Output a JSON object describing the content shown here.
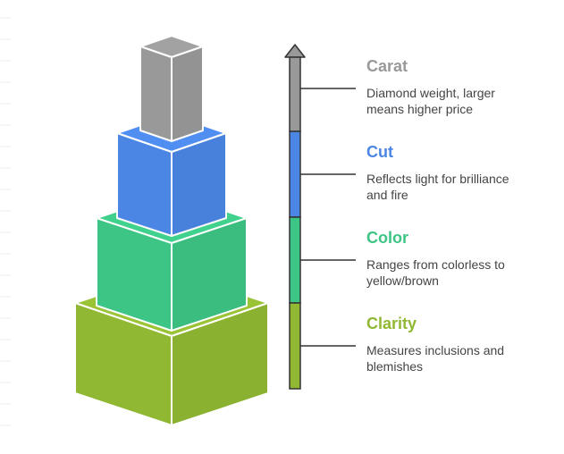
{
  "colors": {
    "carat": "#999999",
    "cut": "#4b86e4",
    "color": "#3cc584",
    "clarity": "#91b833",
    "line": "#333333",
    "text": "#444444"
  },
  "tiers": [
    {
      "key": "carat",
      "title": "Carat",
      "description_lines": [
        "Diamond weight, larger",
        "means higher price"
      ]
    },
    {
      "key": "cut",
      "title": "Cut",
      "description_lines": [
        "Reflects light for brilliance",
        "and fire"
      ]
    },
    {
      "key": "color",
      "title": "Color",
      "description_lines": [
        "Ranges from colorless to",
        "yellow/brown"
      ]
    },
    {
      "key": "clarity",
      "title": "Clarity",
      "description_lines": [
        "Measures inclusions and",
        "blemishes"
      ]
    }
  ]
}
